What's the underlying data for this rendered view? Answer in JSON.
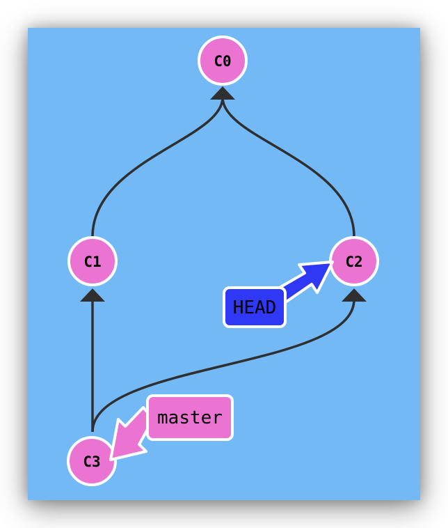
{
  "colors": {
    "background": "#73b9f6",
    "commit_fill": "#eb74d3",
    "commit_stroke": "#ffffff",
    "edge": "#2f2f2f",
    "head_fill": "#2e38f5",
    "master_fill": "#eb74d3",
    "label_stroke": "#ffffff"
  },
  "commits": [
    {
      "id": "C0"
    },
    {
      "id": "C1"
    },
    {
      "id": "C2"
    },
    {
      "id": "C3"
    }
  ],
  "edges": [
    {
      "from": "C1",
      "to": "C0"
    },
    {
      "from": "C2",
      "to": "C0"
    },
    {
      "from": "C3",
      "to": "C1"
    },
    {
      "from": "C3",
      "to": "C2"
    }
  ],
  "refs": {
    "head": {
      "label": "HEAD",
      "target": "C2"
    },
    "master": {
      "label": "master",
      "target": "C3"
    }
  }
}
